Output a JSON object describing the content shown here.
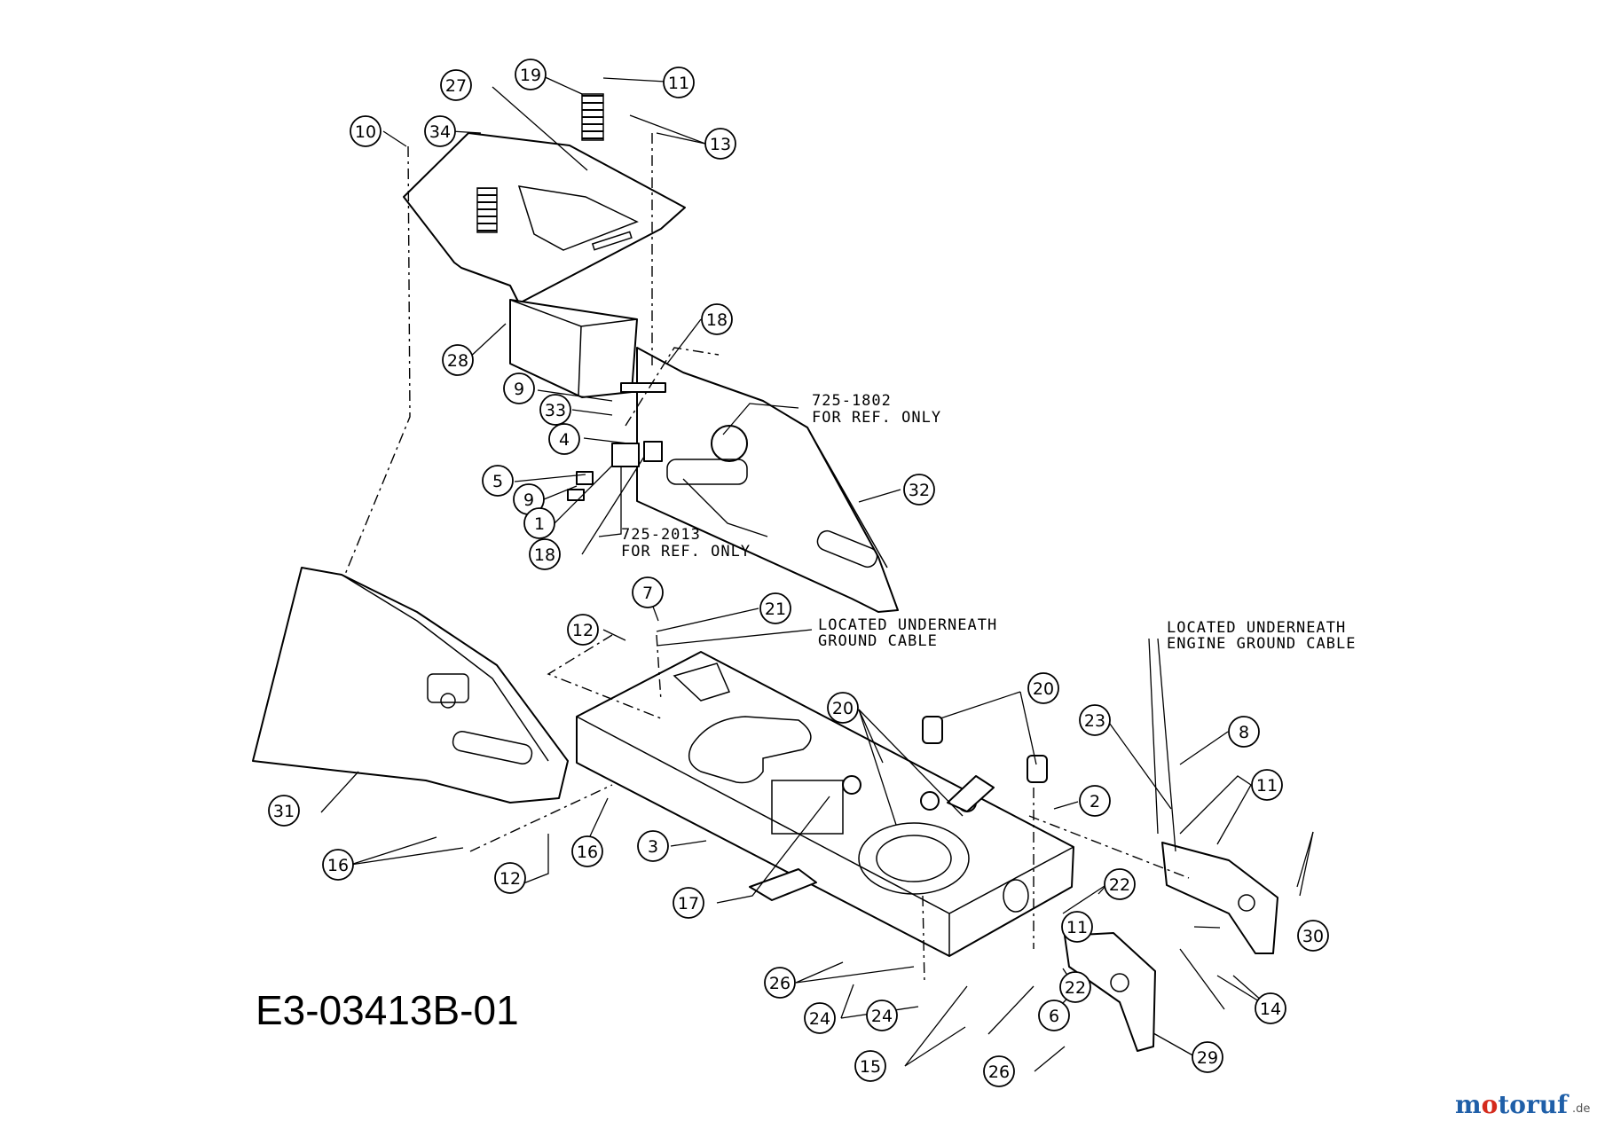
{
  "diagram": {
    "drawing_id": "E3-03413B-01",
    "notes": [
      {
        "id": "note-725-1802",
        "lines": [
          "725-1802",
          "FOR REF. ONLY"
        ]
      },
      {
        "id": "note-725-2013",
        "lines": [
          "725-2013",
          "FOR REF. ONLY"
        ]
      },
      {
        "id": "note-ground-cable",
        "lines": [
          "LOCATED UNDERNEATH",
          "GROUND CABLE"
        ]
      },
      {
        "id": "note-engine-ground-cable",
        "lines": [
          "LOCATED UNDERNEATH",
          "ENGINE GROUND CABLE"
        ]
      }
    ],
    "callouts": [
      "19",
      "11",
      "27",
      "34",
      "10",
      "13",
      "18",
      "28",
      "9",
      "33",
      "4",
      "5",
      "9",
      "1",
      "18",
      "32",
      "7",
      "21",
      "12",
      "31",
      "16",
      "16",
      "12",
      "3",
      "17",
      "20",
      "20",
      "2",
      "23",
      "8",
      "11",
      "22",
      "11",
      "30",
      "26",
      "24",
      "15",
      "24",
      "6",
      "22",
      "26",
      "29",
      "14"
    ]
  },
  "watermark": {
    "text": "motoruf",
    "suffix": ".de"
  }
}
